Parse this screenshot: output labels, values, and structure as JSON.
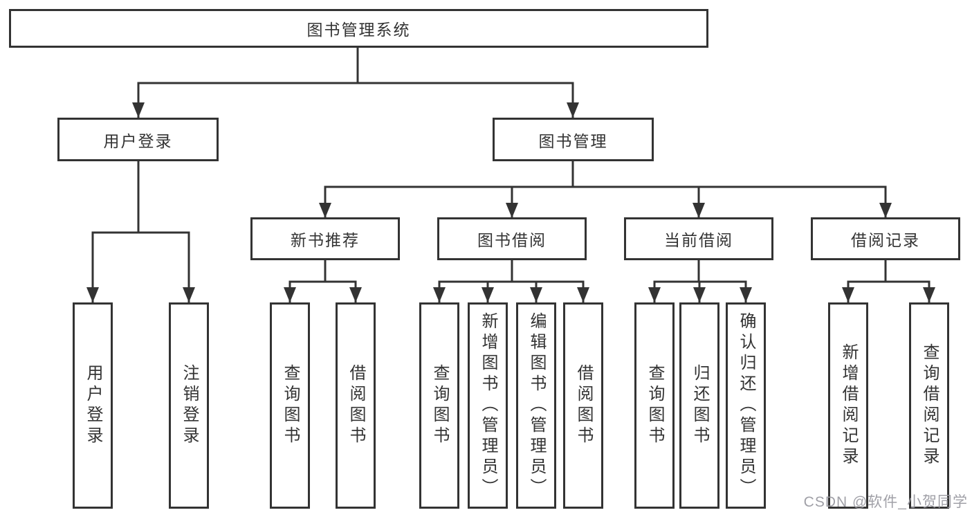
{
  "diagram": {
    "watermark": "CSDN @软件_小贺同学",
    "colors": {
      "line": "#333333",
      "text": "#333333",
      "background": "#ffffff",
      "watermark": "#9898a0"
    },
    "tree": {
      "root": {
        "label": "图书管理系统",
        "children": [
          {
            "label": "用户登录",
            "children": [
              {
                "label": "用户登录"
              },
              {
                "label": "注销登录"
              }
            ]
          },
          {
            "label": "图书管理",
            "children": [
              {
                "label": "新书推荐",
                "children": [
                  {
                    "label": "查询图书"
                  },
                  {
                    "label": "借阅图书"
                  }
                ]
              },
              {
                "label": "图书借阅",
                "children": [
                  {
                    "label": "查询图书"
                  },
                  {
                    "label": "新增图书（管理员）"
                  },
                  {
                    "label": "编辑图书（管理员）"
                  },
                  {
                    "label": "借阅图书"
                  }
                ]
              },
              {
                "label": "当前借阅",
                "children": [
                  {
                    "label": "查询图书"
                  },
                  {
                    "label": "归还图书"
                  },
                  {
                    "label": "确认归还（管理员）"
                  }
                ]
              },
              {
                "label": "借阅记录",
                "children": [
                  {
                    "label": "新增借阅记录"
                  },
                  {
                    "label": "查询借阅记录"
                  }
                ]
              }
            ]
          }
        ]
      }
    }
  }
}
